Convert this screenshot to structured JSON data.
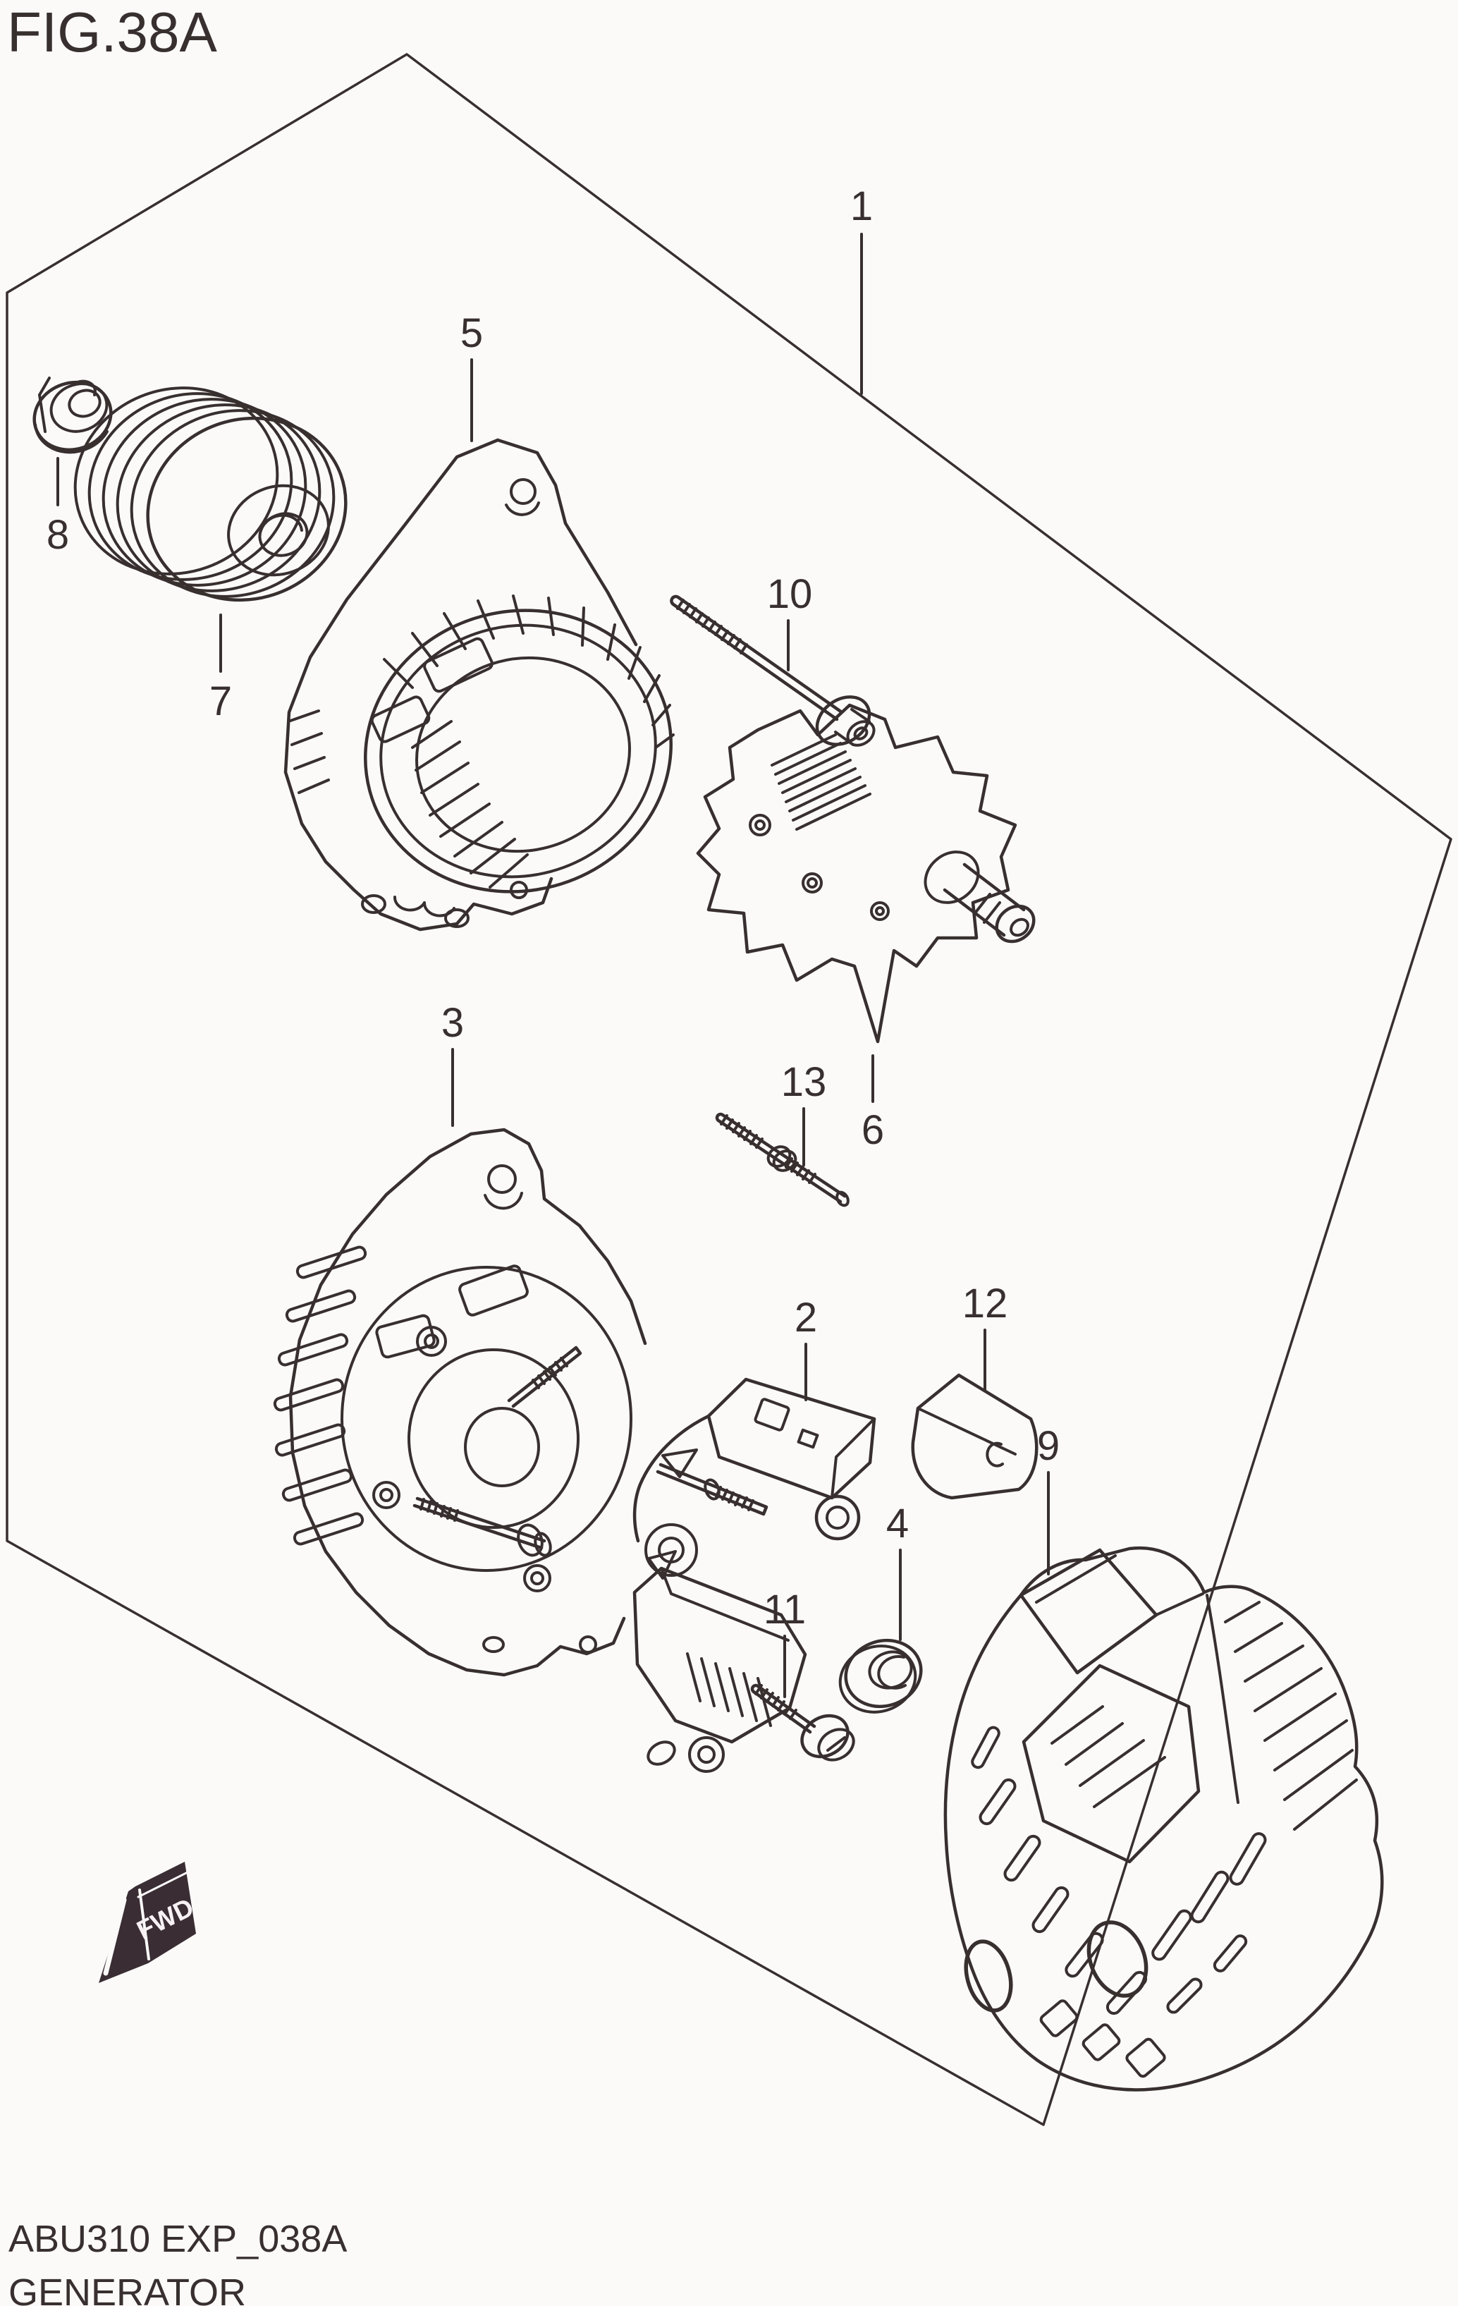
{
  "figure": {
    "id_label": "FIG.38A",
    "code_label": "ABU310 EXP_038A",
    "name_label": "GENERATOR"
  },
  "direction_indicator": {
    "label": "FWD"
  },
  "callouts": [
    {
      "label": "1"
    },
    {
      "label": "2"
    },
    {
      "label": "3"
    },
    {
      "label": "4"
    },
    {
      "label": "5"
    },
    {
      "label": "6"
    },
    {
      "label": "7"
    },
    {
      "label": "8"
    },
    {
      "label": "9"
    },
    {
      "label": "10"
    },
    {
      "label": "11"
    },
    {
      "label": "12"
    },
    {
      "label": "13"
    }
  ],
  "colors": {
    "line": "#382f2f",
    "background": "#fbfaf9",
    "fwd_fill": "#3a2d33",
    "fwd_text": "#f7f1f4"
  }
}
